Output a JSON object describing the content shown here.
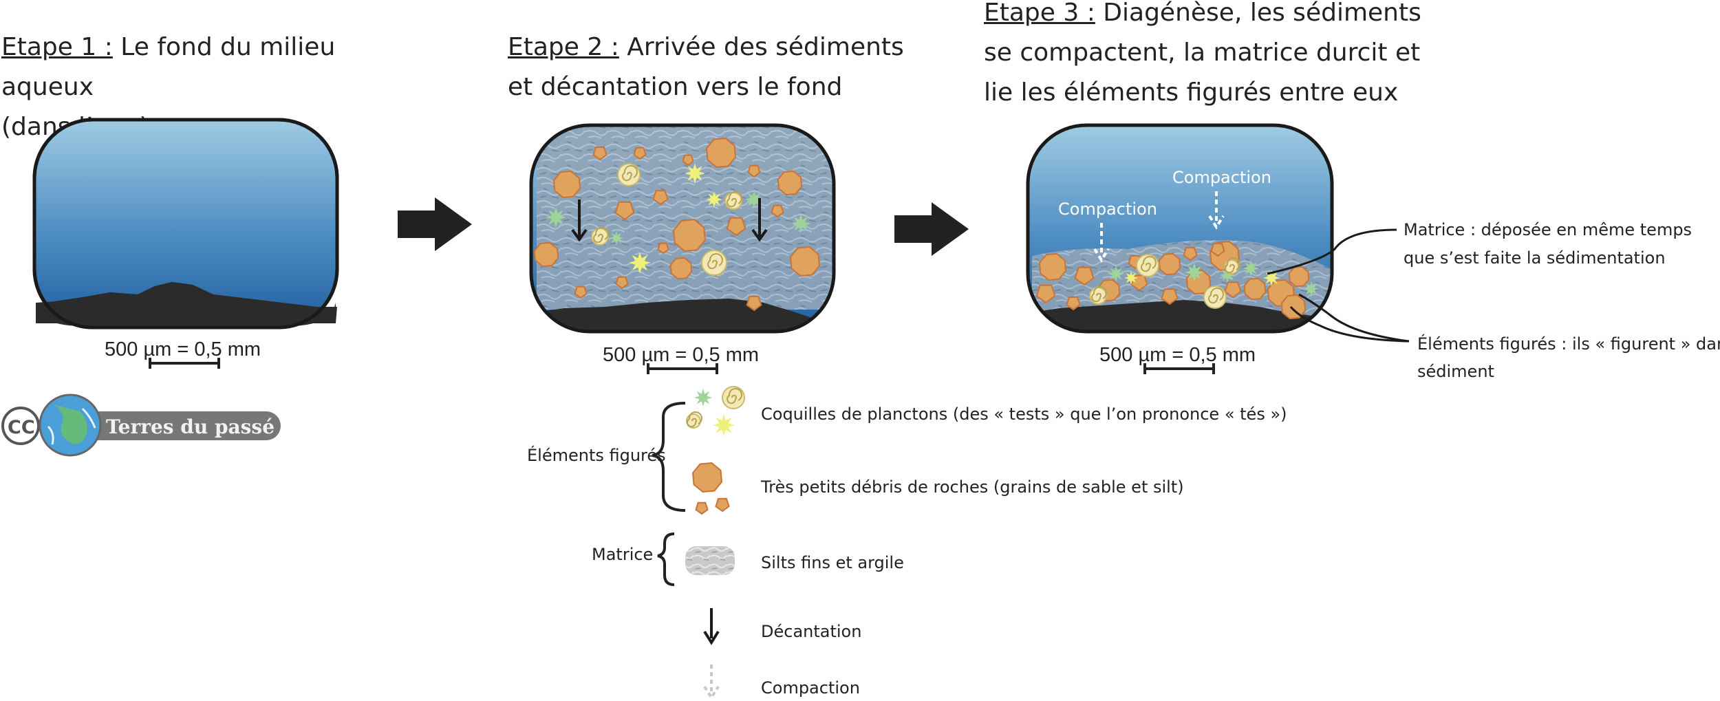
{
  "steps": [
    {
      "label": "Etape 1 :",
      "lines": [
        "Le fond du milieu aqueux",
        "(dans l’eau)"
      ]
    },
    {
      "label": "Etape 2 :",
      "lines": [
        "Arrivée des sédiments",
        "et décantation vers le fond"
      ]
    },
    {
      "label": "Etape 3 :",
      "lines": [
        "Diagénèse, les sédiments",
        "se compactent, la matrice durcit et",
        "lie les éléments figurés entre eux"
      ]
    }
  ],
  "scale_label": "500 µm = 0,5 mm",
  "compaction_labels": [
    "Compaction",
    "Compaction"
  ],
  "annotations": {
    "matrice": [
      "Matrice : déposée en même temps",
      "que s’est faite la sédimentation"
    ],
    "elements": [
      "Éléments figurés : ils « figurent » dans le",
      "sédiment"
    ]
  },
  "legend": {
    "group_elements": "Éléments figurés",
    "group_matrice": "Matrice",
    "items": [
      "Coquilles de planctons (des « tests » que l’on prononce « tés »)",
      "Très petits débris de roches (grains de sable et silt)",
      "Silts fins et argile",
      "Décantation",
      "Compaction"
    ]
  },
  "logo": {
    "cc": "CC",
    "text": "Terres du passé"
  },
  "colors": {
    "water_top": "#9fcbe3",
    "water_bottom": "#1f5f9f",
    "rock": "#2b2b2b",
    "grain": "#e0a35e",
    "grain_edge": "#c9733a",
    "plankton_green": "#9ed39a",
    "plankton_yellow": "#eef07a",
    "spiral": "#f2e8b8"
  }
}
